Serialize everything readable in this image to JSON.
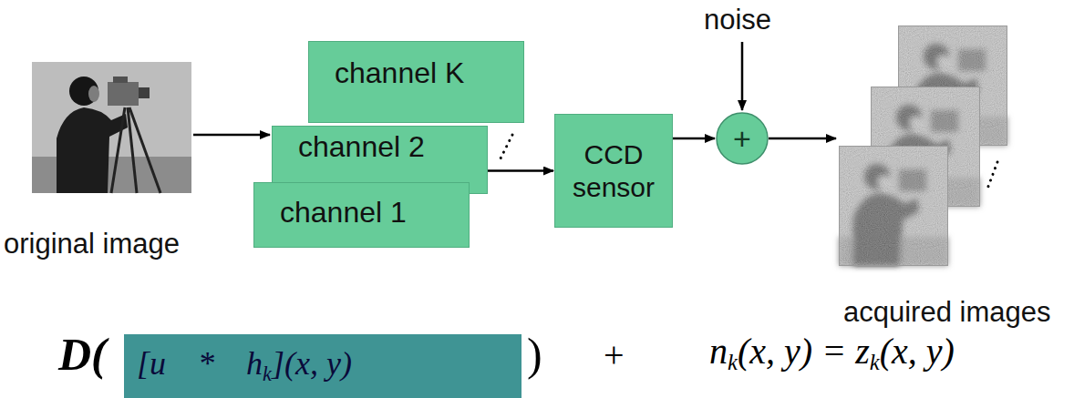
{
  "diagram": {
    "nodes": [
      {
        "text": [
          "channel K"
        ]
      },
      {
        "text": [
          "channel 2"
        ]
      },
      {
        "text": [
          "channel 1"
        ]
      },
      {
        "text": [
          "CCD sensor"
        ]
      },
      {
        "text": [
          "+"
        ]
      },
      {
        "text": [
          "[u * h",
          "k",
          "](x, y)"
        ]
      }
    ],
    "edges": [
      {
        "from": 1,
        "to": 3,
        "arrow": "to"
      },
      {
        "from": 3,
        "to": 4,
        "arrow": "to"
      }
    ],
    "labels": [
      "noise",
      "original image",
      "acquired images",
      "D(",
      ")",
      "+",
      "n",
      "k",
      "(x, y) = z",
      "k",
      "(x, y)"
    ]
  }
}
